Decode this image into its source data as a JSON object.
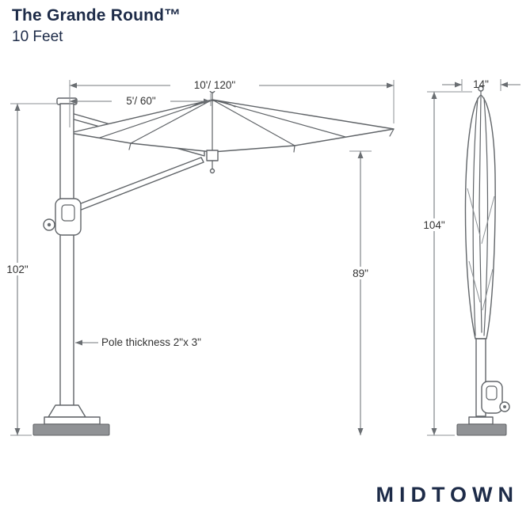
{
  "header": {
    "title": "The Grande Round™",
    "subtitle": "10 Feet"
  },
  "open_view": {
    "total_width": "10'/ 120\"",
    "half_width": "5'/ 60\"",
    "pole_height": "102\"",
    "clearance_height": "89\"",
    "pole_note": "Pole thickness 2\"x 3\""
  },
  "closed_view": {
    "width": "14\"",
    "height": "104\""
  },
  "brand": {
    "name": "MIDTOWN"
  },
  "colors": {
    "ink": "#1d2b48",
    "line_gray": "#606468",
    "dimension_gray": "#75797d",
    "label_text": "#333333",
    "base_fill": "#909295",
    "background": "#ffffff"
  }
}
